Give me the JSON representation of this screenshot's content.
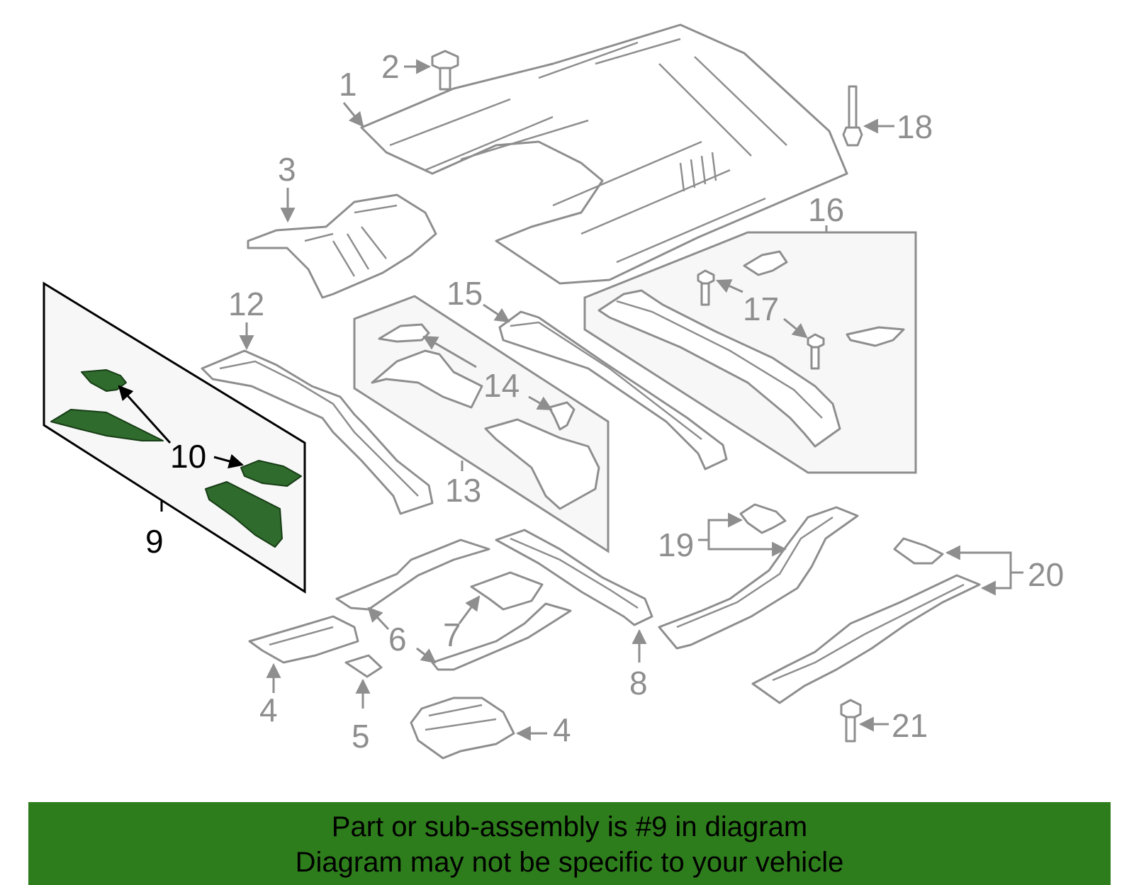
{
  "diagram": {
    "callouts": {
      "c1": "1",
      "c2": "2",
      "c3": "3",
      "c4a": "4",
      "c4b": "4",
      "c5": "5",
      "c6": "6",
      "c7": "7",
      "c8": "8",
      "c9": "9",
      "c10": "10",
      "c12": "12",
      "c13": "13",
      "c14": "14",
      "c15": "15",
      "c16": "16",
      "c17": "17",
      "c18": "18",
      "c19": "19",
      "c20": "20",
      "c21": "21"
    },
    "highlighted_part": "9",
    "colors": {
      "highlight_fill": "#2f6b2c",
      "outline": "#8e8e8e",
      "banner_bg": "#2e7d1c"
    }
  },
  "banner": {
    "line1": "Part or sub-assembly is #9 in diagram",
    "line2": "Diagram may not be specific to your vehicle"
  }
}
